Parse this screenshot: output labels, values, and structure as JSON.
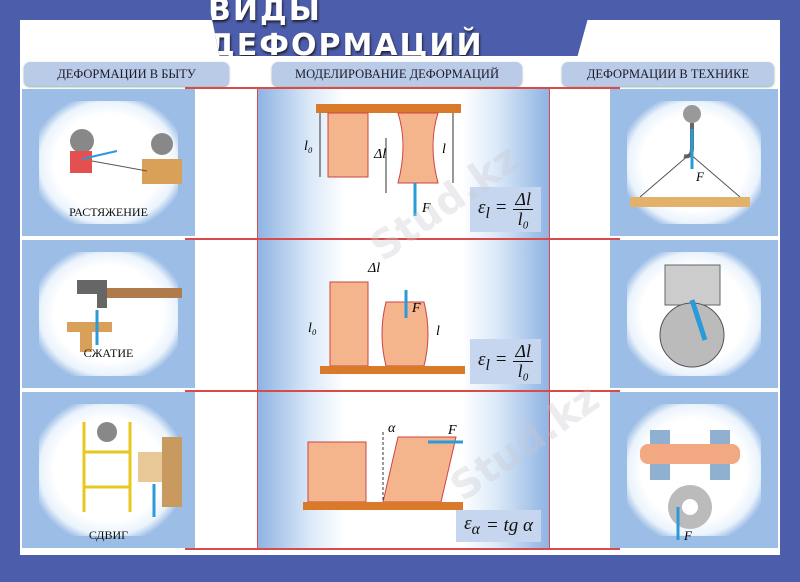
{
  "title": "ВИДЫ ДЕФОРМАЦИЙ",
  "headers": [
    "ДЕФОРМАЦИИ В БЫТУ",
    "МОДЕЛИРОВАНИЕ ДЕФОРМАЦИЙ",
    "ДЕФОРМАЦИИ В ТЕХНИКЕ"
  ],
  "rows": [
    {
      "caption": "РАСТЯЖЕНИЕ",
      "formula_lhs": "ε",
      "formula_sub": "l",
      "formula_num": "Δl",
      "formula_den": "l₀",
      "labels": {
        "l0": "l₀",
        "dl": "Δl",
        "l": "l",
        "force": "F"
      }
    },
    {
      "caption": "СЖАТИЕ",
      "formula_lhs": "ε",
      "formula_sub": "l",
      "formula_num": "Δl",
      "formula_den": "l₀",
      "labels": {
        "l0": "l₀",
        "dl": "Δl",
        "l": "l",
        "force": "F"
      }
    },
    {
      "caption": "СДВИГ",
      "formula_lhs": "ε",
      "formula_sub": "α",
      "formula_rhs": "= tg α",
      "labels": {
        "angle": "α",
        "force": "F"
      }
    }
  ],
  "watermark": "Stud.kz",
  "colors": {
    "frame": "#4c5dab",
    "accent_red": "#d94a4a",
    "block": "#f4b48c",
    "force_arrow": "#2a9ad8"
  }
}
